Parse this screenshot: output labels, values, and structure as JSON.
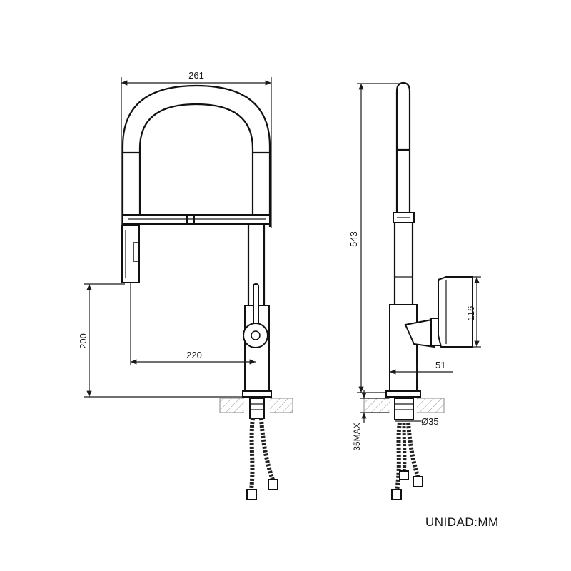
{
  "front_view": {
    "width_dim": "261",
    "height_dim": "200",
    "reach_dim": "220"
  },
  "side_view": {
    "height_dim": "543",
    "handle_dim": "116",
    "base_dim": "51",
    "hole_dim": "Ø35",
    "deck_dim": "35MAX"
  },
  "unit_label": "UNIDAD:MM"
}
